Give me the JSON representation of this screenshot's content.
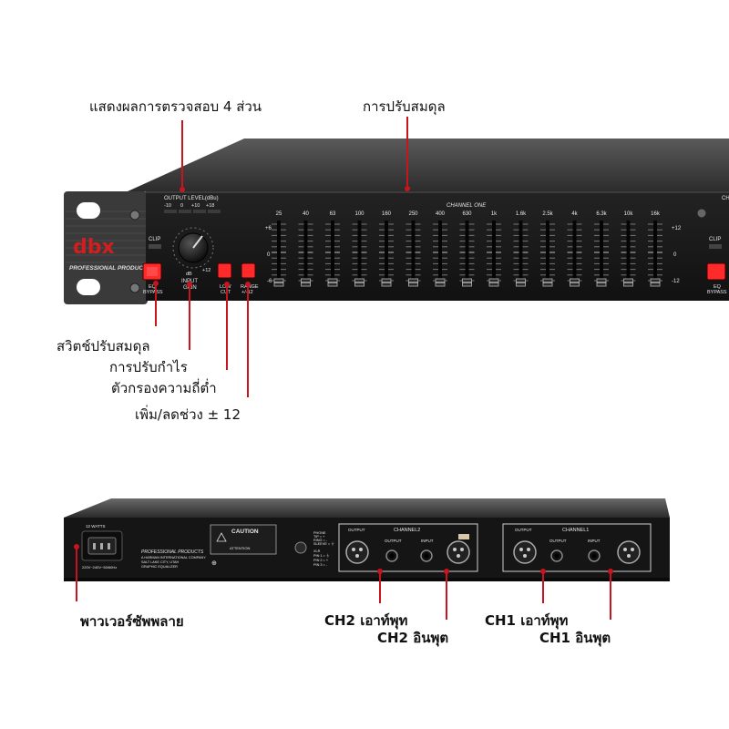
{
  "callouts": {
    "meter_display": "แสดงผลการตรวจสอบ 4 ส่วน",
    "equalizer": "การปรับสมดุล",
    "eq_bypass_switch": "สวิตช์ปรับสมดุล",
    "input_gain": "การปรับกำไร",
    "low_cut_filter": "ตัวกรองความถี่ต่ำ",
    "range_switch": "เพิ่ม/ลดช่วง ± 12",
    "power_supply": "พาวเวอร์ซัพพลาย",
    "ch2_output": "CH2 เอาท์พุท",
    "ch2_input": "CH2 อินพุต",
    "ch1_output": "CH1 เอาท์พุท",
    "ch1_input": "CH1 อินพุต"
  },
  "front_panel": {
    "brand": "dbx",
    "brand_sub": "PROFESSIONAL PRODUCTS",
    "meter_title": "OUTPUT LEVEL(dBu)",
    "meter_scale": [
      "-10",
      "0",
      "+10",
      "+18"
    ],
    "clip_label": "CLIP",
    "eq_bypass_label_1": "EQ",
    "eq_bypass_label_2": "BYPASS",
    "knob_db": "dB",
    "knob_max": "+12",
    "input_gain_label_1": "INPUT",
    "input_gain_label_2": "GAIN",
    "low_cut_label_1": "LOW",
    "low_cut_label_2": "CUT",
    "range_label_1": "RANGE",
    "range_label_2": "+/-12",
    "channel_title": "CHANNEL ONE",
    "scale_left": [
      "+6",
      "0",
      "-6"
    ],
    "scale_right": [
      "+12",
      "0",
      "-12"
    ],
    "bands": [
      "25",
      "40",
      "63",
      "100",
      "160",
      "250",
      "400",
      "630",
      "1k",
      "1.6k",
      "2.5k",
      "4k",
      "6.3k",
      "10k",
      "16k"
    ],
    "right_clip_label": "CLIP",
    "right_eq_label_1": "EQ",
    "right_eq_label_2": "BYPASS",
    "right_ch_label": "CH"
  },
  "rear_panel": {
    "wattage": "12 WATTS",
    "voltage": "220V~240V~50/60Hz",
    "maker_lines": [
      "PROFESSIONAL PRODUCTS",
      "A HARMAN INTERNATIONAL COMPANY",
      "SALT LAKE CITY, UTAH",
      "GRAPHIC EQUALIZER"
    ],
    "caution_title": "CAUTION",
    "caution_sub": "ATTENTION",
    "wiring_lines": [
      "PHONE",
      "TIP = +",
      "RING = -",
      "SLEEVE = ⏚",
      "XLR",
      "PIN 1 = ⏚",
      "PIN 2 = +",
      "PIN 3 = -"
    ],
    "ch2_title": "CHANNEL2",
    "ch1_title": "CHANNEL1",
    "output_label": "OUTPUT",
    "input_label": "INPUT"
  },
  "colors": {
    "accent_red": "#c8141e",
    "panel_black": "#1a1a1a",
    "led_red": "#ff2a2a"
  }
}
